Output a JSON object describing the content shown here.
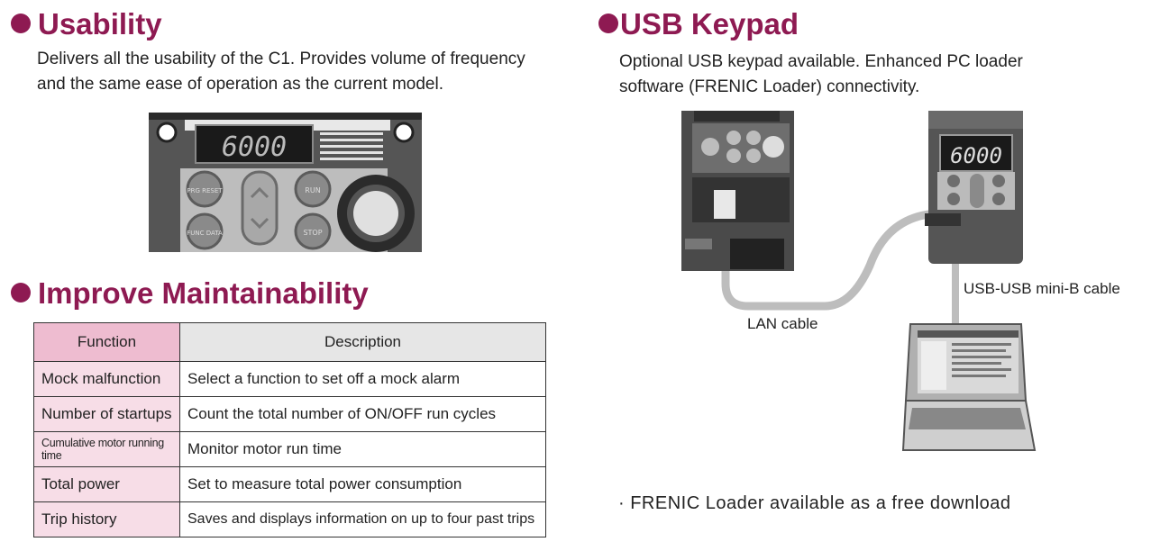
{
  "usability": {
    "title": "Usability",
    "line1": "Delivers all the usability of the C1. Provides volume of frequency",
    "line2": "and the same ease of operation as the current model.",
    "display_value": "6000",
    "key_labels": [
      "PRG RESET",
      "FUNC DATA",
      "RUN",
      "STOP"
    ]
  },
  "maintainability": {
    "title": "Improve Maintainability",
    "headers": [
      "Function",
      "Description"
    ],
    "rows": [
      {
        "function": "Mock malfunction",
        "description": "Select a function to set off a mock alarm"
      },
      {
        "function": "Number of startups",
        "description": "Count the total number of ON/OFF run cycles"
      },
      {
        "function": "Cumulative motor running time",
        "description": "Monitor motor run time"
      },
      {
        "function": "Total power",
        "description": "Set to measure total power consumption"
      },
      {
        "function": "Trip history",
        "description": "Saves and displays information on up to four past trips"
      }
    ]
  },
  "usb_keypad": {
    "title": "USB Keypad",
    "line1": "Optional USB keypad available. Enhanced PC loader",
    "line2": "software (FRENIC Loader) connectivity.",
    "display_value": "6000",
    "lan_label": "LAN cable",
    "usb_label": "USB-USB mini-B cable",
    "note": "· FRENIC Loader available as a free download"
  },
  "colors": {
    "accent": "#8e1a52",
    "header_pink": "#eebcd0",
    "cell_pink": "#f7dde7",
    "header_gray": "#e6e6e6"
  }
}
